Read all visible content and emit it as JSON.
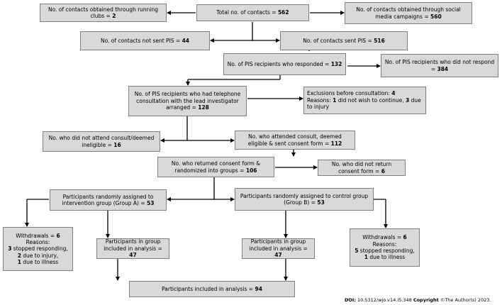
{
  "diagram": {
    "running_clubs": {
      "text": "No. of contacts obtained through running clubs = ",
      "value": "2"
    },
    "total": {
      "text": "Total no. of contacts = ",
      "value": "562"
    },
    "social_media": {
      "text": "No. of contacts obtained through social media campaigns = ",
      "value": "560"
    },
    "not_sent_pis": {
      "text": "No. of contacts not sent PIS = ",
      "value": "44"
    },
    "sent_pis": {
      "text": "No. of contacts sent PIS = ",
      "value": "516"
    },
    "responded": {
      "text": "No. of PIS recipients who responded = ",
      "value": "132"
    },
    "not_responded": {
      "text": "No. of PIS recipients who did not respond = ",
      "value": "384"
    },
    "telephone": {
      "text": "No. of PIS recipients who had telephone consultation with the lead investigator arranged = ",
      "value": "128"
    },
    "exclusions": {
      "line1": "Exclusions before consultation: ",
      "value": "4",
      "line2_prefix": "Reasons: ",
      "n1": "1",
      "r1": " did not wish to continue, ",
      "n2": "3",
      "r2": " due to injury"
    },
    "not_attend": {
      "text": "No. who did not attend consult/deemed ineligible = ",
      "value": "16"
    },
    "attended": {
      "text": "No. who attended consult, deemed eligible & sent consent form = ",
      "value": "112"
    },
    "returned": {
      "text": "No. who returned consent form & randomized into groups = ",
      "value": "106"
    },
    "not_returned": {
      "text": "No. who did not return consent form = ",
      "value": "6"
    },
    "intervention": {
      "text": "Participants randomly assigned to intervention group (Group A) = ",
      "value": "53"
    },
    "control": {
      "text": "Participants randomly assigned to control group (Group B) = ",
      "value": "53"
    },
    "withdraw_a": {
      "title": "Withdrawals = ",
      "value": "6",
      "reasons": "Reasons:",
      "n1": "3",
      "r1": " stopped responding,",
      "n2": "2",
      "r2": " due to injury,",
      "n3": "1",
      "r3": " due to illness"
    },
    "analysis_a": {
      "text": "Participants in group included in analysis = ",
      "value": "47"
    },
    "analysis_b": {
      "text": "Participants in group included in analysis = ",
      "value": "47"
    },
    "withdraw_b": {
      "title": "Withdrawals = ",
      "value": "6",
      "reasons": "Reasons:",
      "n1": "5",
      "r1": " stopped responding,",
      "n2": "1",
      "r2": " due to illness"
    },
    "final": {
      "text": "Participants included in analysis = ",
      "value": "94"
    }
  },
  "footer": {
    "doi_label": "DOI:",
    "doi": " 10.5312/wjo.v14.i5.348 ",
    "copyright_label": "Copyright",
    "copyright": " ©The Author(s) 2023."
  }
}
